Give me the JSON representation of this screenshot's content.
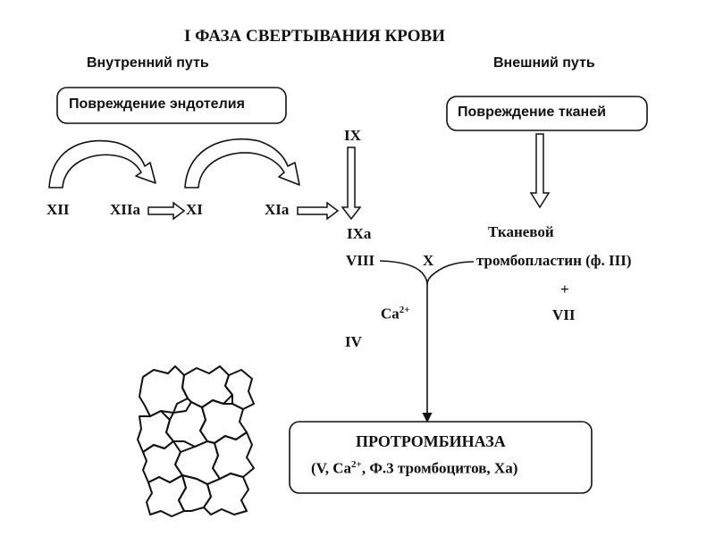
{
  "title": "I ФАЗА СВЕРТЫВАНИЯ КРОВИ",
  "intrinsic": {
    "heading": "Внутренний путь",
    "trigger": "Повреждение эндотелия",
    "factors": [
      "XII",
      "XIIa",
      "XI",
      "XIa"
    ]
  },
  "extrinsic": {
    "heading": "Внешний путь",
    "trigger": "Повреждение тканей",
    "tissue_line1": "Тканевой",
    "tissue_line2": "тромбопластин (ф. III)",
    "plus": "+",
    "factor7": "VII"
  },
  "center": {
    "ix": "IX",
    "ixa": "IXa",
    "viii": "VIII",
    "x": "X",
    "ca_base": "Ca",
    "ca_sup": "2+",
    "iv": "IV"
  },
  "result": {
    "title": "ПРОТРОМБИНАЗА",
    "detail_pre": "(V, Ca",
    "detail_sup": "2+",
    "detail_post": ", Ф.3 тромбоцитов, Xa)"
  }
}
